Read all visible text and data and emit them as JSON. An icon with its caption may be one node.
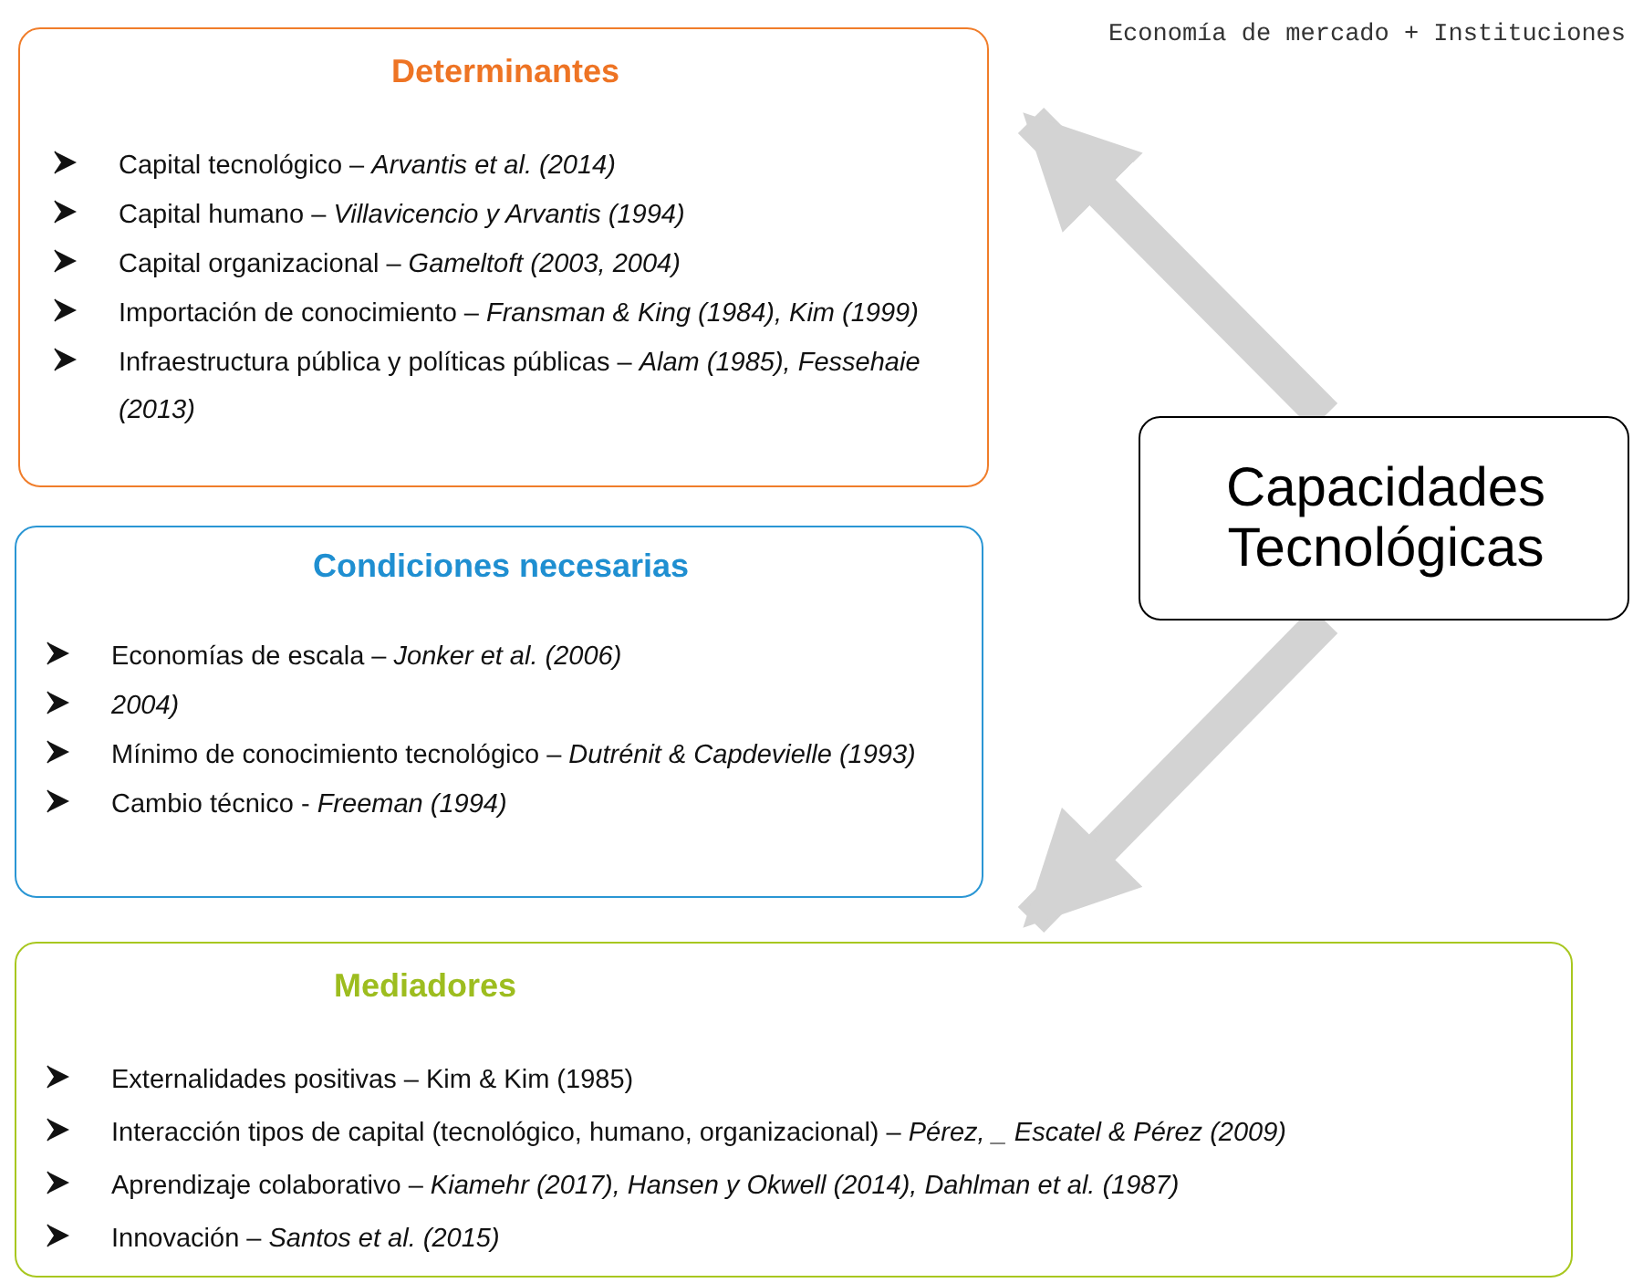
{
  "diagram": {
    "nodes": [
      {
        "text": [
          "Determinantes",
          "Capital tecnológico – *Arvantis et al. (2014)*",
          "Capital humano – *Villavicencio y Arvantis (1994)*",
          "Capital organizacional – *Gameltoft (2003, 2004)*",
          "Importación de conocimiento – *Fransman & King (1984), Kim (1999)*",
          "Infraestructura pública y políticas públicas – *Alam (1985), Fessehaie (2013)*"
        ]
      },
      {
        "text": [
          "Condiciones necesarias",
          "Economías de escala – *Jonker et al. (2006)*",
          "*2004)*",
          "Mínimo de conocimiento tecnológico – *Dutrénit & Capdevielle (1993)*",
          "Cambio técnico - *Freeman (1994)*"
        ]
      },
      {
        "text": [
          "Mediadores",
          "Externalidades positivas – Kim & Kim (1985)",
          "Interacción tipos de capital (tecnológico, humano, organizacional) – *Pérez, _ Escatel & Pérez (2009)*",
          "Aprendizaje colaborativo – *Kiamehr (2017), Hansen y Okwell (2014), Dahlman et al. (1987)*",
          "Innovación – *Santos et al. (2015)*"
        ]
      },
      {
        "text": [
          "Capacidades Tecnológicas"
        ]
      }
    ],
    "edges": [
      {
        "from": 3,
        "to": 0,
        "arrow": "to"
      },
      {
        "from": 3,
        "to": 1,
        "arrow": "to"
      }
    ],
    "labels": [
      "Economía de mercado + Instituciones"
    ]
  }
}
